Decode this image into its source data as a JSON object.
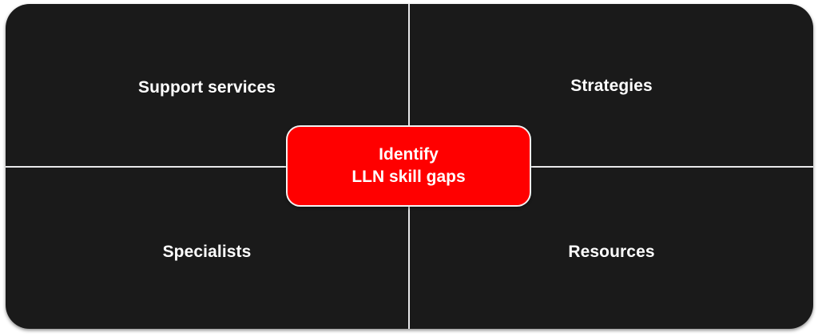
{
  "diagram": {
    "type": "center-node-four-quadrant",
    "colors": {
      "page_background": "#ffffff",
      "panel_background": "#1a1a1a",
      "divider": "#e8e8ea",
      "center_node_fill": "#ff0000",
      "center_node_border": "#f2f2f2",
      "label_text": "#ffffff"
    },
    "center_node": {
      "lines": [
        "Identify",
        "LLN skill gaps"
      ]
    },
    "quadrants": [
      {
        "position": "top-left",
        "label": "Support services"
      },
      {
        "position": "top-right",
        "label": "Strategies"
      },
      {
        "position": "bottom-left",
        "label": "Specialists"
      },
      {
        "position": "bottom-right",
        "label": "Resources"
      }
    ]
  }
}
